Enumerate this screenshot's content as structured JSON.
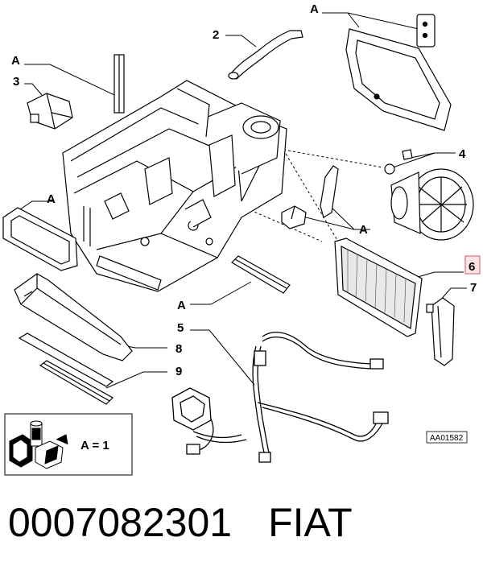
{
  "diagram": {
    "callouts": {
      "A_top": "A",
      "A_left_strip": "A",
      "label_3": "3",
      "label_2": "2",
      "label_4": "4",
      "A_left_filter": "A",
      "A_center": "A",
      "label_6": "6",
      "label_7": "7",
      "A_bottom": "A",
      "label_5": "5",
      "label_8": "8",
      "label_9": "9"
    },
    "highlighted_callout": "6",
    "highlight_color": "#e0707a",
    "reference_code": "AA01582",
    "legend_text": "A = 1"
  },
  "footer": {
    "part_number": "0007082301",
    "brand": "FIAT"
  }
}
